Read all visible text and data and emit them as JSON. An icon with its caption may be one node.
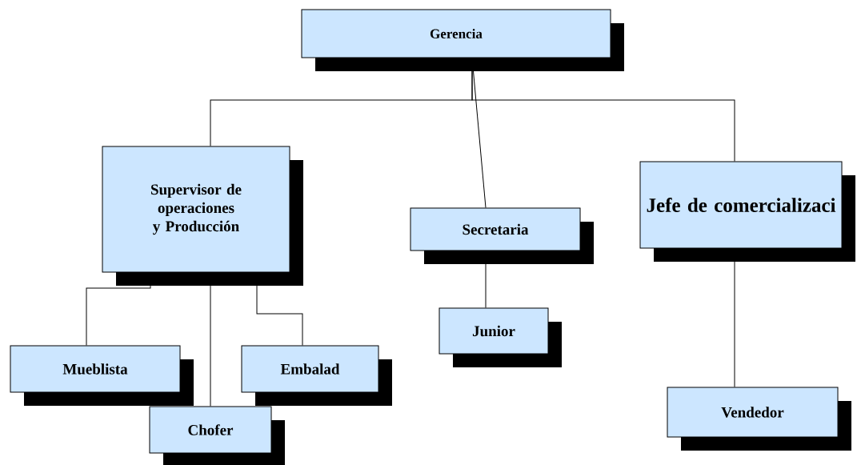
{
  "diagram": {
    "nodes": [
      {
        "text": [
          "Gerencia"
        ]
      },
      {
        "text": [
          "Supervisor de operaciones y Producción"
        ]
      },
      {
        "text": [
          "Secretaria"
        ]
      },
      {
        "text": [
          "Jefe de comercializaci"
        ]
      },
      {
        "text": [
          "Mueblista"
        ]
      },
      {
        "text": [
          "Embalad"
        ]
      },
      {
        "text": [
          "Chofer"
        ]
      },
      {
        "text": [
          "Junior"
        ]
      },
      {
        "text": [
          "Vendedor"
        ]
      }
    ],
    "edges": [
      {
        "from": 0,
        "to": 1,
        "arrow": "none"
      },
      {
        "from": 0,
        "to": 2,
        "arrow": "none"
      },
      {
        "from": 0,
        "to": 3,
        "arrow": "none"
      },
      {
        "from": 1,
        "to": 4,
        "arrow": "none"
      },
      {
        "from": 1,
        "to": 6,
        "arrow": "none"
      },
      {
        "from": 1,
        "to": 5,
        "arrow": "none"
      },
      {
        "from": 2,
        "to": 7,
        "arrow": "none"
      },
      {
        "from": 3,
        "to": 8,
        "arrow": "none"
      }
    ]
  }
}
